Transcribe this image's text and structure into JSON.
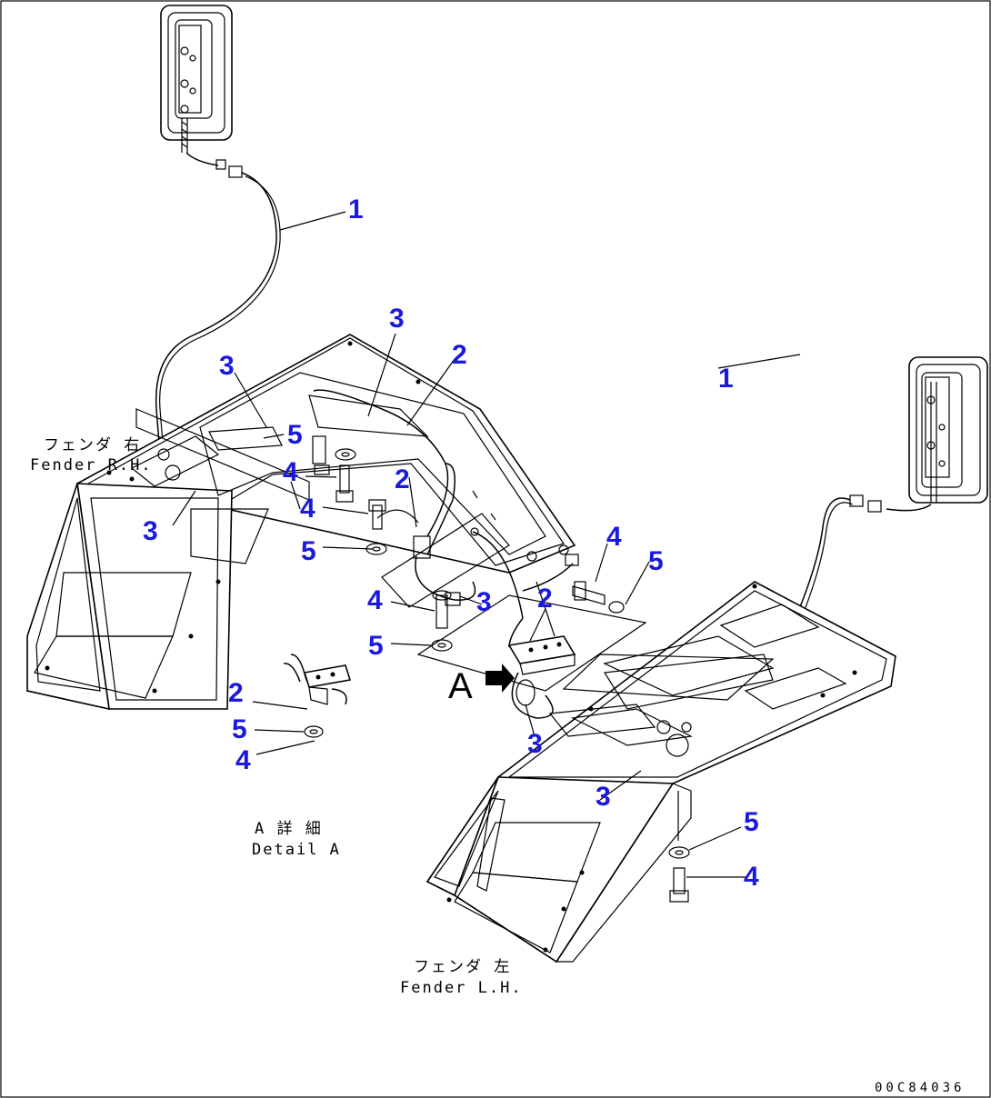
{
  "callouts": {
    "c1a": "1",
    "c1b": "1",
    "c2a": "2",
    "c2b": "2",
    "c2c": "2",
    "c2d": "2",
    "c3a": "3",
    "c3b": "3",
    "c3c": "3",
    "c3d": "3",
    "c3e": "3",
    "c3f": "3",
    "c4a": "4",
    "c4b": "4",
    "c4c": "4",
    "c4d": "4",
    "c4e": "4",
    "c4f": "4",
    "c5a": "5",
    "c5b": "5",
    "c5c": "5",
    "c5d": "5",
    "c5e": "5",
    "c5f": "5"
  },
  "captions": {
    "fender_rh_jp": "フェンダ 右",
    "fender_rh_en": "Fender R.H.",
    "detail_a_jp": "A 詳 細",
    "detail_a_en": "Detail A",
    "fender_lh_jp": "フェンダ 左",
    "fender_lh_en": "Fender L.H.",
    "view_letter": "A"
  },
  "drawing_code": "00C84036",
  "colors": {
    "callout": "#1a1adb",
    "line": "#000000",
    "background": "#ffffff"
  }
}
